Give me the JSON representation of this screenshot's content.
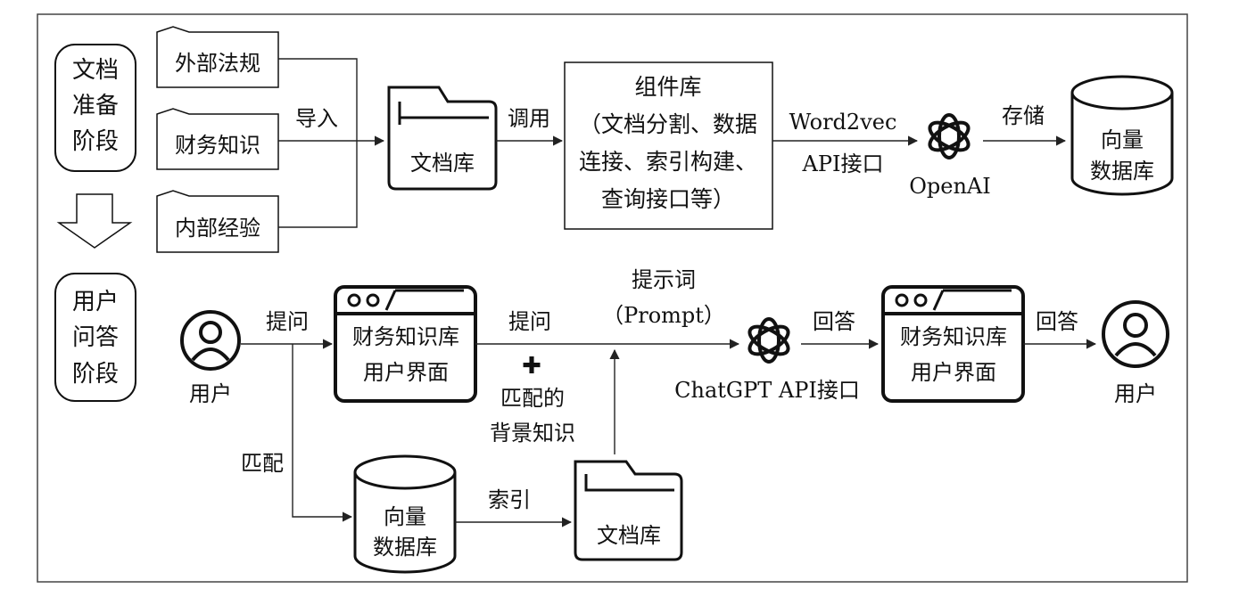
{
  "stages": {
    "prep": [
      "文档",
      "准备",
      "阶段"
    ],
    "qa": [
      "用户",
      "问答",
      "阶段"
    ]
  },
  "sources": [
    "外部法规",
    "财务知识",
    "内部经验"
  ],
  "labels": {
    "import": "导入",
    "call": "调用",
    "word2vec_1": "Word2vec",
    "word2vec_2": "API接口",
    "store": "存储",
    "ask": "提问",
    "ask2": "提问",
    "match": "匹配",
    "index": "索引",
    "matched_1": "匹配的",
    "matched_2": "背景知识",
    "prompt_1": "提示词",
    "prompt_2": "（Prompt）",
    "answer1": "回答",
    "answer2": "回答"
  },
  "docstore": "文档库",
  "docstore2": "文档库",
  "component": {
    "title": "组件库",
    "lines": [
      "（文档分割、数据",
      "连接、索引构建、",
      "查询接口等）"
    ]
  },
  "openai": "OpenAI",
  "vectordb": [
    "向量",
    "数据库"
  ],
  "vectordb2": [
    "向量",
    "数据库"
  ],
  "ui1": [
    "财务知识库",
    "用户界面"
  ],
  "ui2": [
    "财务知识库",
    "用户界面"
  ],
  "chatgpt": "ChatGPT API接口",
  "user1": "用户",
  "user2": "用户",
  "plus": "✚"
}
